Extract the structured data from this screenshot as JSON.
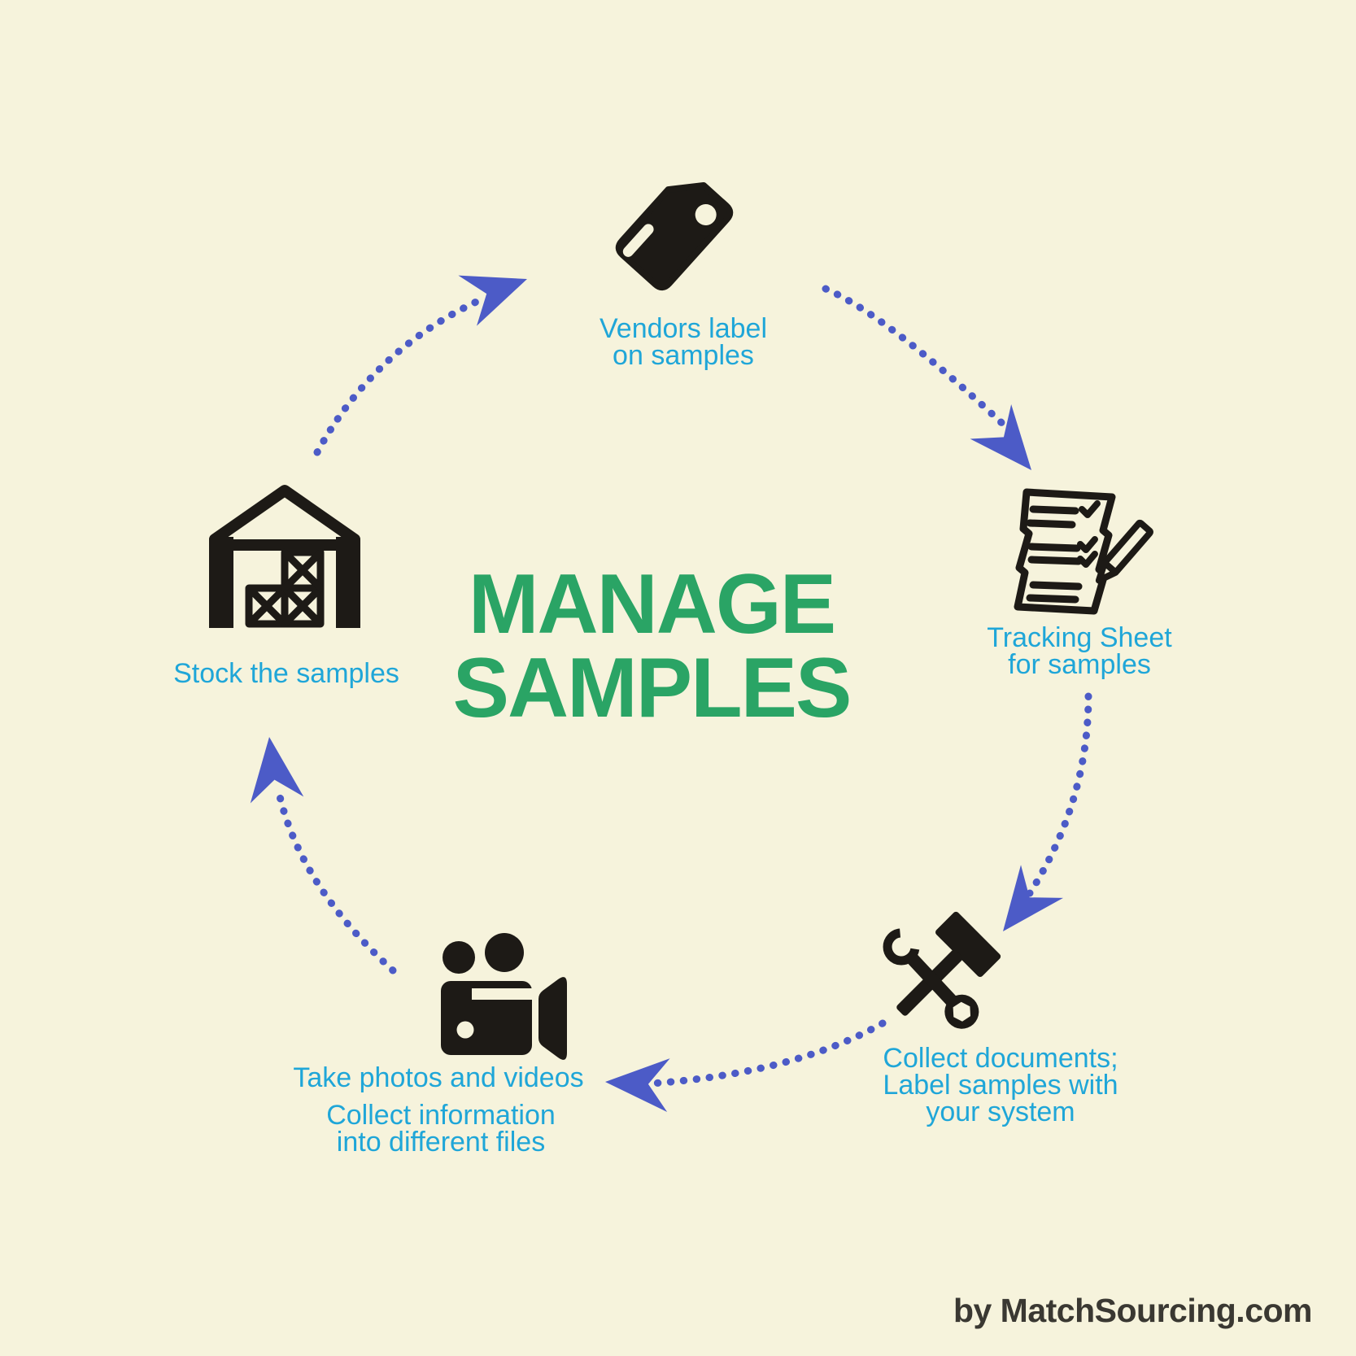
{
  "title": {
    "line1": "MANAGE",
    "line2": "SAMPLES"
  },
  "colors": {
    "background": "#f6f3dc",
    "title_green": "#2aa465",
    "label_cyan": "#1fa6d8",
    "arrow_blue": "#4c5bc7",
    "icon_black": "#1d1a16",
    "footer_dark": "#3a3832"
  },
  "steps": [
    {
      "id": "vendors-label",
      "icon": "tag-icon",
      "lines": [
        "Vendors label",
        "on samples"
      ]
    },
    {
      "id": "tracking-sheet",
      "icon": "checklist-pencil-icon",
      "lines": [
        "Tracking Sheet",
        "for samples"
      ]
    },
    {
      "id": "collect-documents",
      "icon": "tools-icon",
      "lines": [
        "Collect documents;",
        "Label samples with",
        "your system"
      ]
    },
    {
      "id": "photos-videos",
      "icon": "video-camera-icon",
      "lines": [
        "Take photos and videos"
      ],
      "sub_lines": [
        "Collect information",
        "into different files"
      ]
    },
    {
      "id": "stock-samples",
      "icon": "warehouse-icon",
      "lines": [
        "Stock the samples"
      ]
    }
  ],
  "footer": {
    "credit": "by MatchSourcing.com"
  }
}
